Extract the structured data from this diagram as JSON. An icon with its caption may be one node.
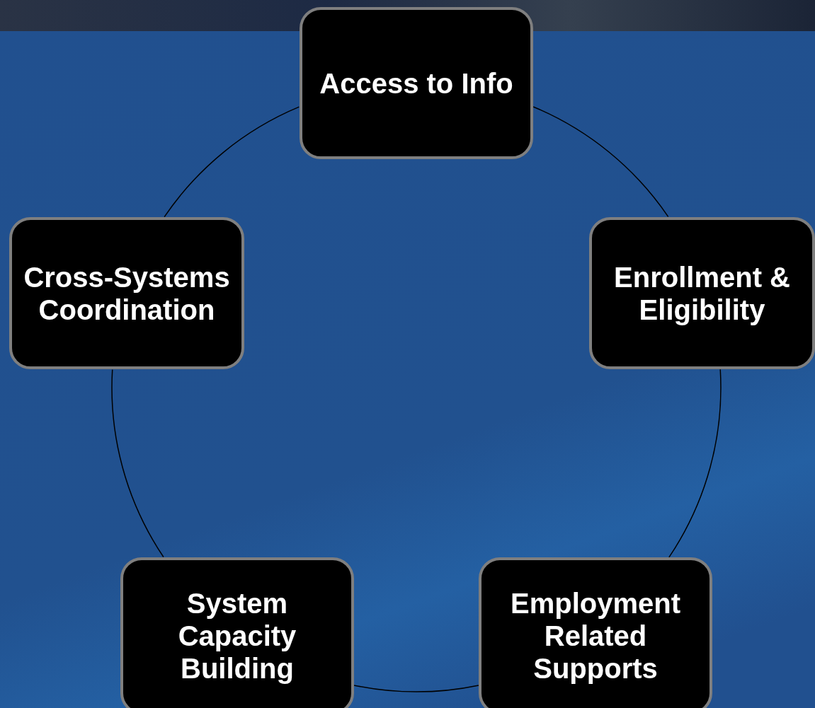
{
  "diagram": {
    "nodes": [
      {
        "text": [
          "Access to Info"
        ]
      },
      {
        "text": [
          "Cross-Systems Coordination"
        ]
      },
      {
        "text": [
          "Enrollment & Eligibility"
        ]
      },
      {
        "text": [
          "System Capacity Building"
        ]
      },
      {
        "text": [
          "Employment Related Supports"
        ]
      }
    ],
    "edges": [
      {
        "from": 0,
        "to": 2,
        "arrow": "none"
      },
      {
        "from": 2,
        "to": 4,
        "arrow": "none"
      },
      {
        "from": 4,
        "to": 3,
        "arrow": "none"
      },
      {
        "from": 3,
        "to": 1,
        "arrow": "none"
      },
      {
        "from": 1,
        "to": 0,
        "arrow": "none"
      }
    ]
  }
}
